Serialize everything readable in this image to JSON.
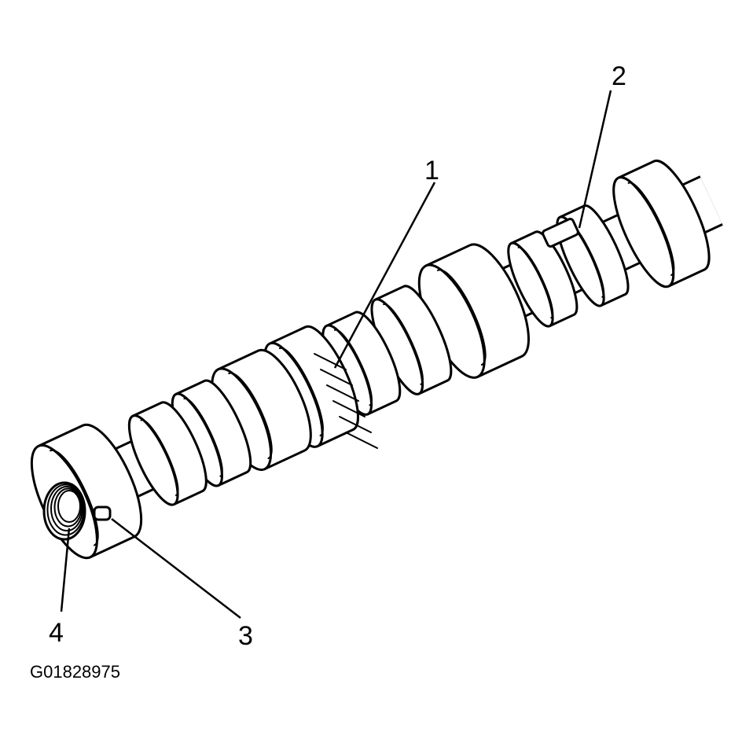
{
  "callouts": [
    {
      "id": "1",
      "label": "1"
    },
    {
      "id": "2",
      "label": "2"
    },
    {
      "id": "3",
      "label": "3"
    },
    {
      "id": "4",
      "label": "4"
    }
  ],
  "figure_id": "G01828975"
}
